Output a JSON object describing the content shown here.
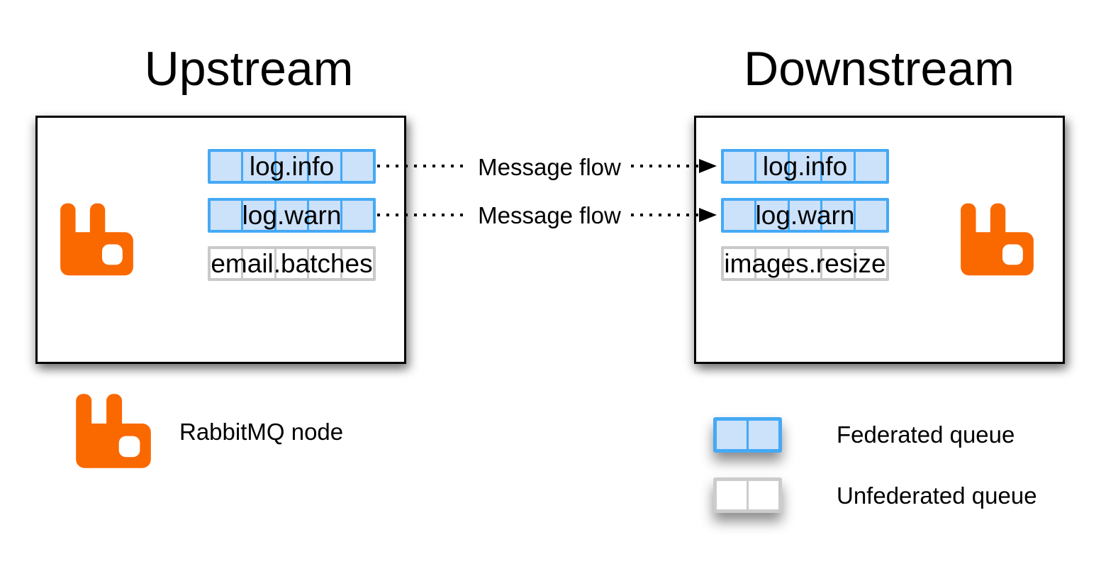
{
  "upstream": {
    "title": "Upstream",
    "queues": [
      {
        "label": "log.info",
        "type": "federated"
      },
      {
        "label": "log.warn",
        "type": "federated"
      },
      {
        "label": "email.batches",
        "type": "unfederated"
      }
    ]
  },
  "downstream": {
    "title": "Downstream",
    "queues": [
      {
        "label": "log.info",
        "type": "federated"
      },
      {
        "label": "log.warn",
        "type": "federated"
      },
      {
        "label": "images.resize",
        "type": "unfederated"
      }
    ]
  },
  "flows": [
    {
      "label": "Message flow",
      "from": "upstream log.info",
      "to": "downstream log.info"
    },
    {
      "label": "Message flow",
      "from": "upstream log.warn",
      "to": "downstream log.warn"
    }
  ],
  "legend": {
    "items": [
      {
        "icon": "rabbitmq-icon",
        "label": "RabbitMQ node"
      },
      {
        "icon": "federated-queue-swatch",
        "label": "Federated queue"
      },
      {
        "icon": "unfederated-queue-swatch",
        "label": "Unfederated queue"
      }
    ]
  },
  "queue_segment_count": 5,
  "colors": {
    "rabbit_orange": "#fa6800",
    "federated_border": "#45a9f5",
    "federated_fill": "#cce1fa",
    "unfederated_border": "#c9c9c9",
    "unfederated_fill": "#ffffff",
    "box_border": "#000000",
    "text": "#000000"
  }
}
